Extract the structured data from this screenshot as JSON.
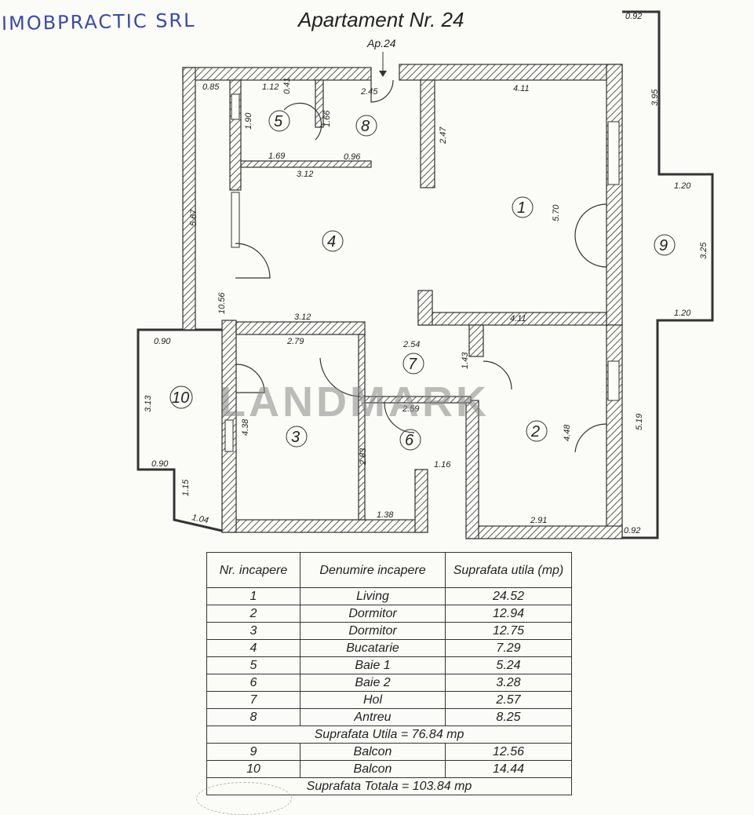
{
  "header": {
    "company": "IMOBPRACTIC SRL",
    "title": "Apartament Nr. 24",
    "entrance_label": "Ap.24",
    "watermark": "LANDMARK"
  },
  "rooms": [
    "1",
    "2",
    "3",
    "4",
    "5",
    "6",
    "7",
    "8",
    "9",
    "10"
  ],
  "dimensions": {
    "d_0_92_top": "0.92",
    "d_3_95": "3.95",
    "d_0_85": "0.85",
    "d_1_12": "1.12",
    "d_0_41": "0.41",
    "d_1_90": "1.90",
    "d_1_66": "1.66",
    "d_2_45": "2.45",
    "d_4_11_top": "4.11",
    "d_2_47": "2.47",
    "d_1_69": "1.69",
    "d_0_96": "0.96",
    "d_3_12_top": "3.12",
    "d_5_67": "5.67",
    "d_5_70": "5.70",
    "d_1_20_top": "1.20",
    "d_3_25": "3.25",
    "d_1_20_bot": "1.20",
    "d_10_56": "10.56",
    "d_3_12_mid": "3.12",
    "d_4_11_mid": "4.11",
    "d_0_90_top": "0.90",
    "d_2_79": "2.79",
    "d_2_54": "2.54",
    "d_1_43": "1.43",
    "d_3_13": "3.13",
    "d_2_59": "2.59",
    "d_4_38": "4.38",
    "d_4_48": "4.48",
    "d_5_19": "5.19",
    "d_2_83": "2.83",
    "d_0_90_bot": "0.90",
    "d_1_16": "1.16",
    "d_1_15": "1.15",
    "d_1_04": "1.04",
    "d_1_38": "1.38",
    "d_2_91": "2.91",
    "d_0_92_bot": "0.92"
  },
  "table": {
    "headers": [
      "Nr. incapere",
      "Denumire incapere",
      "Suprafata utila (mp)"
    ],
    "rows": [
      {
        "nr": "1",
        "name": "Living",
        "area": "24.52"
      },
      {
        "nr": "2",
        "name": "Dormitor",
        "area": "12.94"
      },
      {
        "nr": "3",
        "name": "Dormitor",
        "area": "12.75"
      },
      {
        "nr": "4",
        "name": "Bucatarie",
        "area": "7.29"
      },
      {
        "nr": "5",
        "name": "Baie 1",
        "area": "5.24"
      },
      {
        "nr": "6",
        "name": "Baie 2",
        "area": "3.28"
      },
      {
        "nr": "7",
        "name": "Hol",
        "area": "2.57"
      },
      {
        "nr": "8",
        "name": "Antreu",
        "area": "8.25"
      }
    ],
    "useful_total": "Suprafata Utila = 76.84 mp",
    "balcony_rows": [
      {
        "nr": "9",
        "name": "Balcon",
        "area": "12.56"
      },
      {
        "nr": "10",
        "name": "Balcon",
        "area": "14.44"
      }
    ],
    "grand_total": "Suprafata Totala = 103.84 mp"
  }
}
